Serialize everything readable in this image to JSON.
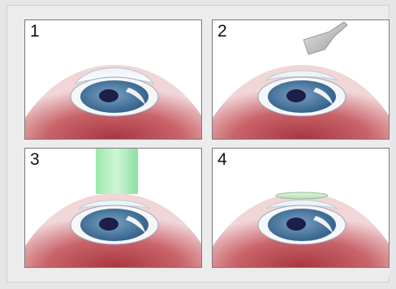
{
  "figure": {
    "panels": [
      {
        "label": "1",
        "step": "eye"
      },
      {
        "label": "2",
        "step": "spatula"
      },
      {
        "label": "3",
        "step": "laser-beam"
      },
      {
        "label": "4",
        "step": "lens-disc"
      }
    ]
  },
  "colors": {
    "background": "#ececec",
    "panel_border": "#7a7a7a",
    "skin_dark": "#a83a42",
    "iris": "#3e6d95",
    "pupil": "#1d1f48",
    "laser": "#6fdc8a"
  }
}
